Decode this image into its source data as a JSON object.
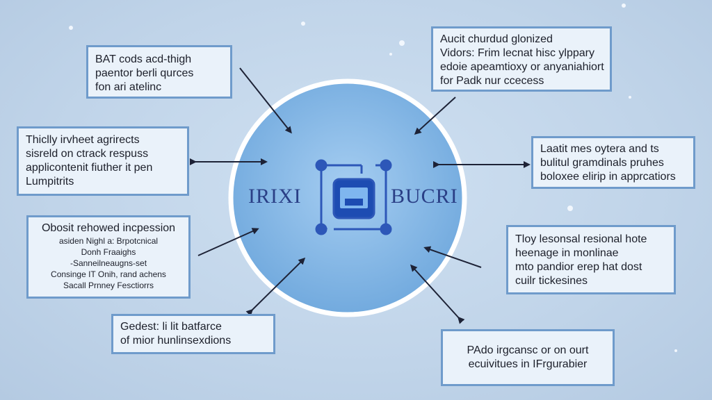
{
  "hub": {
    "left_word": "IRIXI",
    "right_word": "BUCRI",
    "icon": "network-laptop-icon",
    "colors": {
      "circle": "#7fb1e2",
      "ring": "#ffffff",
      "icon": "#2d57b8"
    }
  },
  "boxes": [
    {
      "id": "top-left",
      "lines": [
        "BAT cods acd-thigh",
        "paentor berli qurces",
        "fon ari atelinc"
      ]
    },
    {
      "id": "top-right",
      "lines": [
        "Aucit churdud glonized",
        "Vidors: Frim lecnat hisc ylppary",
        "edoie apeamtioxy or anyaniahiort",
        "for Padk nur ccecess"
      ]
    },
    {
      "id": "mid-left",
      "lines": [
        "Thiclly irvheet agrirects",
        "sisreld on ctrack respuss",
        "applicontenit fiuther it pen",
        "Lumpitrits"
      ]
    },
    {
      "id": "mid-right",
      "lines": [
        "Laatit mes oytera and ts",
        "bulitul gramdinals pruhes",
        "boloxee elirip in apprcatiors"
      ]
    },
    {
      "id": "lower-left",
      "lines": [
        "Obosit rehowed incpession",
        "asiden Nighl a: Brpotcnical",
        "Donh Fraaighs",
        "-Sanneilneaugns-set",
        "Consinge IT Onih, rand achens",
        "Sacall Prnney Fesctiorrs"
      ]
    },
    {
      "id": "lower-right",
      "lines": [
        "Tloy lesonsal resional hote",
        "heenage in monlinae",
        "mto pandior erep hat dost",
        "cuilr tickesines"
      ]
    },
    {
      "id": "bottom-left",
      "lines": [
        "Gedest: li lit batfarce",
        "of mior hunlinsexdions"
      ]
    },
    {
      "id": "bottom-right",
      "lines": [
        "PAdo irgcansc or on ourt",
        "ecuivitues in IFrgurabier"
      ]
    }
  ]
}
